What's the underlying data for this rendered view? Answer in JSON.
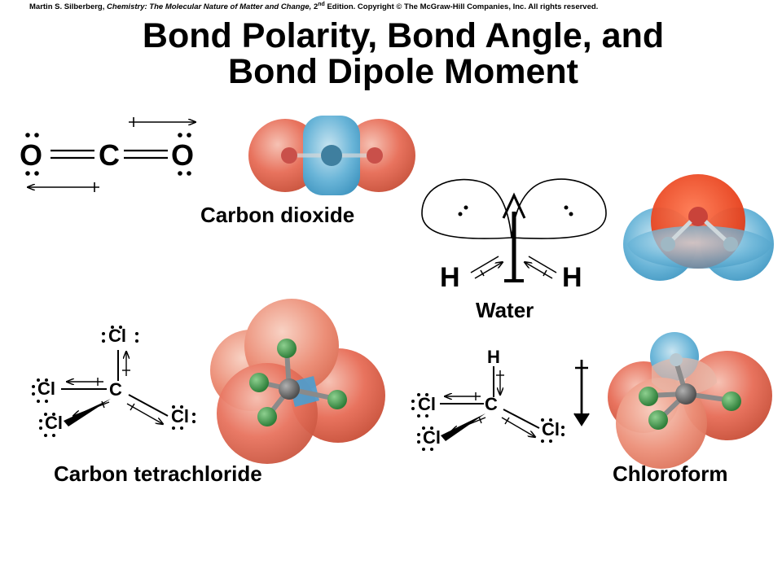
{
  "copyright": {
    "author": "Martin S. Silberberg,",
    "book": "Chemistry: The Molecular Nature of Matter and Change,",
    "edition_num": "2",
    "edition_sup": "nd",
    "edition_rest": "Edition.",
    "rights": "Copyright © The McGraw-Hill Companies, Inc. All rights reserved."
  },
  "title": {
    "line1": "Bond Polarity, Bond Angle, and",
    "line2": "Bond Dipole Moment"
  },
  "molecules": {
    "co2": {
      "name": "Carbon dioxide",
      "atom_o": "O",
      "atom_c": "C"
    },
    "water": {
      "name": "Water",
      "atom_h": "H"
    },
    "ccl4": {
      "name": "Carbon tetrachloride",
      "atom_c": "C",
      "atom_cl": "Cl"
    },
    "chcl3": {
      "name": "Chloroform",
      "atom_c": "C",
      "atom_cl": "Cl",
      "atom_h": "H"
    }
  },
  "colors": {
    "electron_rich": "#e8735e",
    "electron_poor": "#5aa9d0",
    "carbon": "#6b6b6b",
    "chlorine": "#3f9a4c",
    "hydrogen": "#b8c8d0"
  }
}
